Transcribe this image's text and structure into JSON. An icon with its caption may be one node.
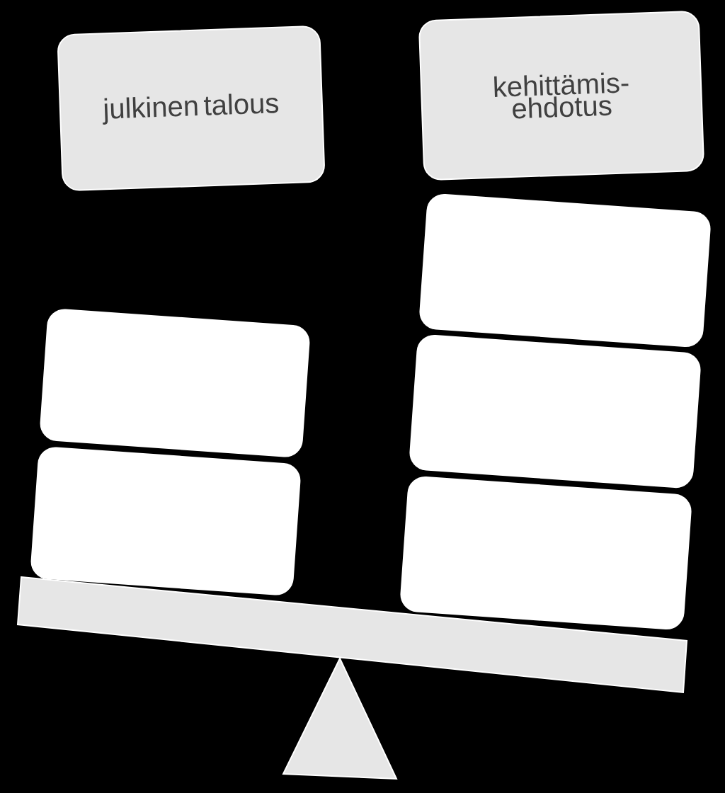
{
  "diagram": {
    "nodes": [
      {
        "text": [
          "julkinen talous"
        ]
      },
      {
        "text": [
          "kehittämis- ehdotus"
        ]
      },
      {
        "text": [],
        "shape": "box"
      },
      {
        "text": [],
        "shape": "box"
      },
      {
        "text": [],
        "shape": "box"
      },
      {
        "text": [],
        "shape": "box"
      },
      {
        "text": [],
        "shape": "box"
      }
    ]
  }
}
